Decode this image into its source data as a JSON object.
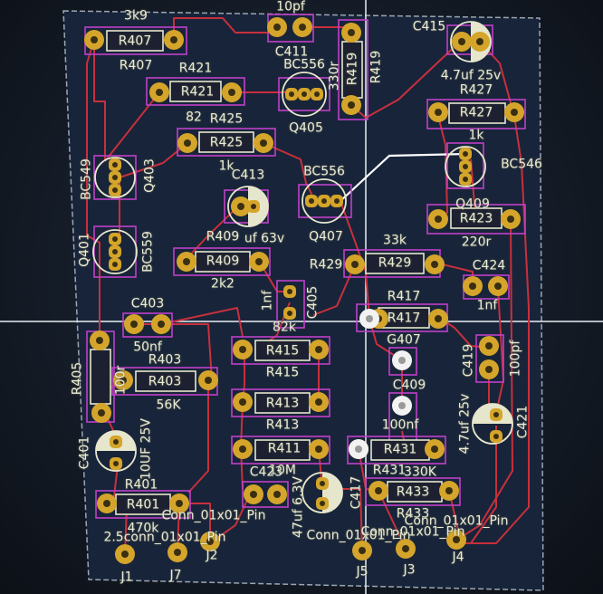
{
  "labels": {
    "r407_val": "3k9",
    "r407_ref": "R407",
    "r407_body": "R407",
    "c411_val": "10pf",
    "c411_ref": "C411",
    "bc556_top": "BC556",
    "r419_val": "330r",
    "r419_ref": "R419",
    "q405": "Q405",
    "c415_ref": "C415",
    "c415_val": "4.7uf 25v",
    "r421_ref": "R421",
    "r421_body": "R421",
    "r421_val": "82",
    "r425_ref": "R425",
    "r425_body": "R425",
    "r425_val": "1k",
    "r427_ref": "R427",
    "r427_body": "R427",
    "r427_val": "1k",
    "bc549": "BC549",
    "q403": "Q403",
    "c413": "C413",
    "bc556_mid": "BC556",
    "bc546": "BC546",
    "q409": "Q409",
    "r423_body": "R423",
    "r423_val": "220r",
    "q401": "Q401",
    "bc559": "BC559",
    "r409_ref": "R409",
    "c413_val": "uf 63v",
    "q407": "Q407",
    "r409_body": "R409",
    "r409_val": "2k2",
    "r429_val": "33k",
    "r429_ref": "R429",
    "r429_body": "R429",
    "c424_ref": "C424",
    "c424_val": "1nf",
    "c403_ref": "C403",
    "c403_val": "50nf",
    "c405_val": "1nf",
    "c405_ref": "C405",
    "r417_ref": "R417",
    "r417_body": "R417",
    "r417_val": "82k",
    "r415_body": "R415",
    "r415_ref": "R415",
    "g407": "G407",
    "r405_ref": "R405",
    "r405_val": "100r",
    "r403_ref": "R403",
    "r403_body": "R403",
    "r403_val": "56K",
    "c419_ref": "C419",
    "c419_val": "100pf",
    "r413_body": "R413",
    "r413_ref": "R413",
    "c409_ref": "C409",
    "c409_val": "100nf",
    "c421_val": "4.7uf 25v",
    "c421_ref": "C421",
    "c401_ref": "C401",
    "c401_val": "10UF 25V",
    "r411_body": "R411",
    "r411_val": "10M",
    "r431_body": "R431",
    "r431_ref": "R431",
    "r431_val": "330K",
    "r401_ref": "R401",
    "r401_body": "R401",
    "r401_val": "470k",
    "c423_ref": "C423",
    "c423_val": "47uf 6.3V",
    "c417_ref": "C417",
    "r433_body": "R433",
    "r433_ref": "R433",
    "conn_a": "Conn_01x01_Pin",
    "conn_b": "Conn_01x01_Pin",
    "conn_c": "Conn_01x01_Pin",
    "conn_d": "Conn_01x01_Pin",
    "conn_e": "2.5conn_01x01_Pin",
    "j1": "J1",
    "j7": "J7",
    "j2": "J2",
    "j5": "J5",
    "j3": "J3",
    "j4": "J4"
  },
  "colors": {
    "trace": "#c8303c",
    "pad": "#d4a52a",
    "outline": "#c040c8",
    "silk": "#e6e6cc"
  }
}
